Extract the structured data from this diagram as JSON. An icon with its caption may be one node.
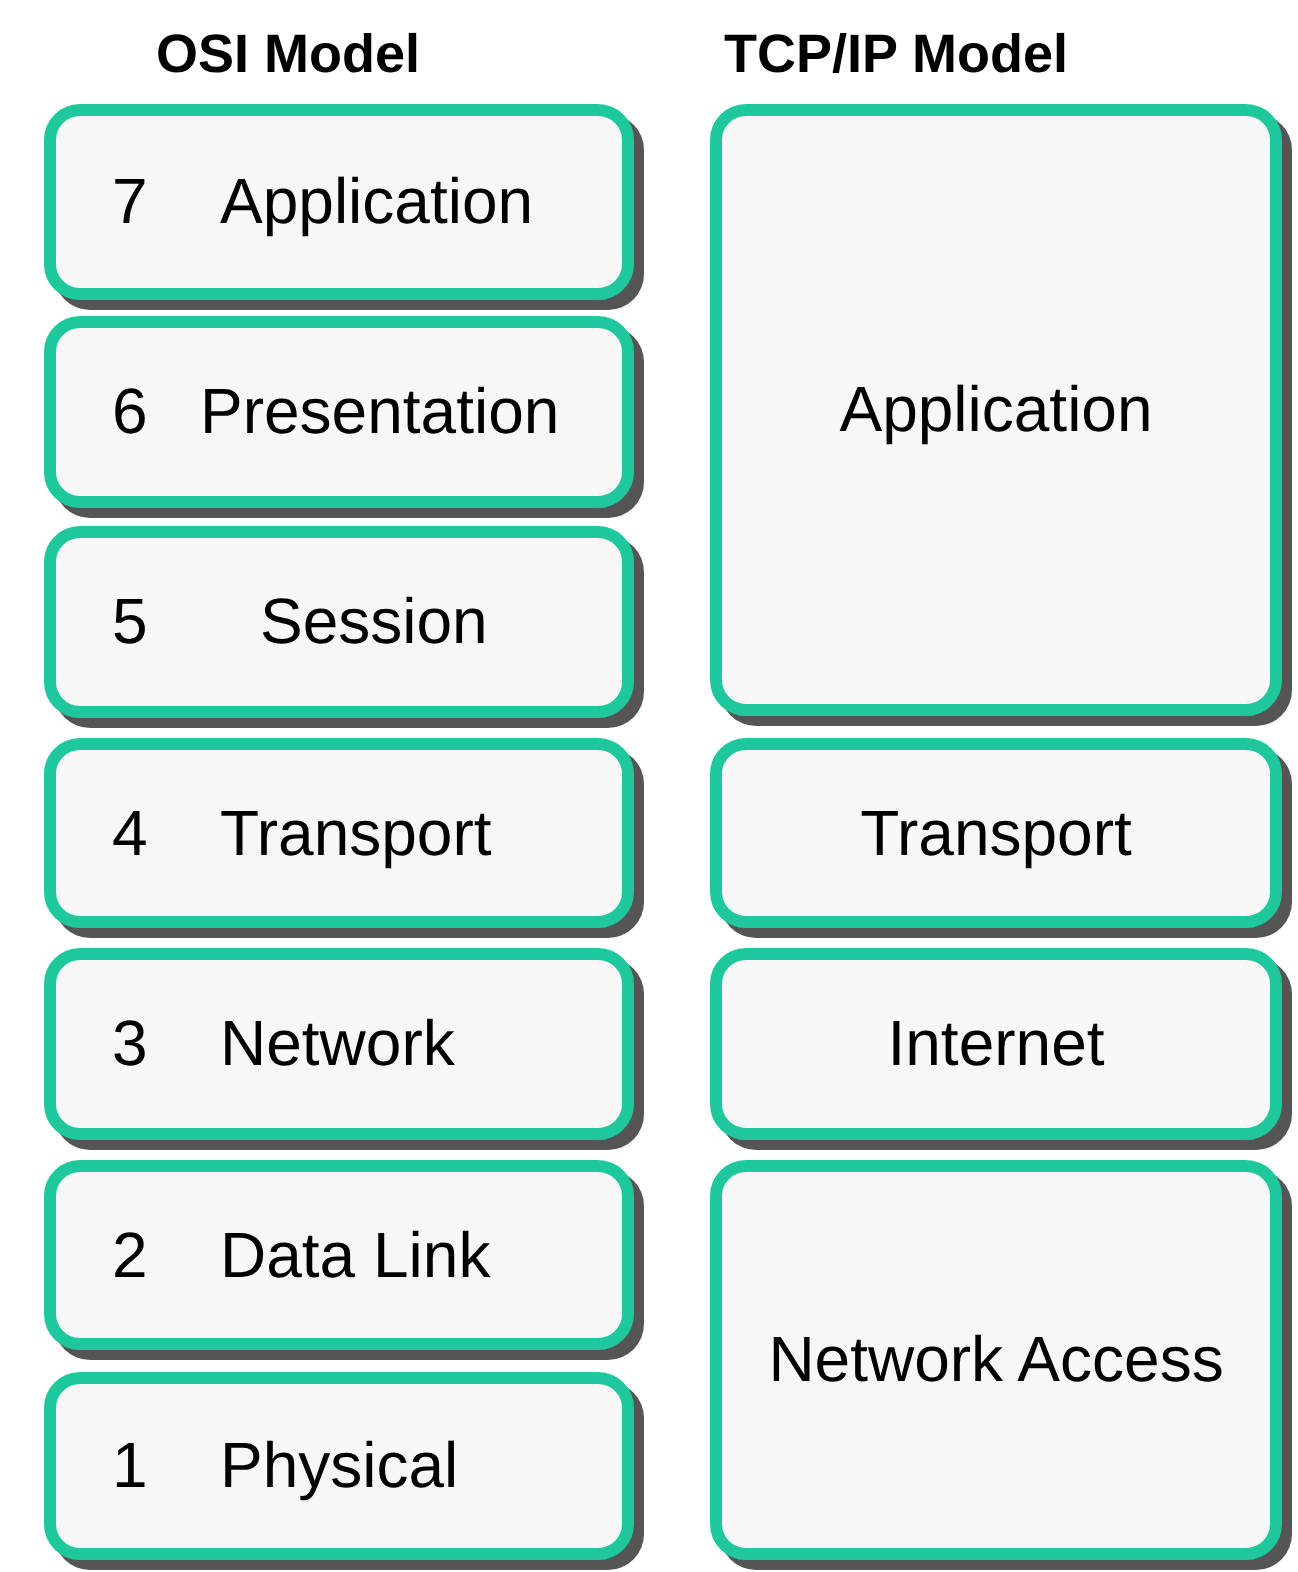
{
  "diagram": {
    "nodes": [
      {
        "text": [
          "7",
          "Application"
        ]
      },
      {
        "text": [
          "6",
          "Presentation"
        ]
      },
      {
        "text": [
          "5",
          "Session"
        ]
      },
      {
        "text": [
          "4",
          "Transport"
        ]
      },
      {
        "text": [
          "3",
          "Network"
        ]
      },
      {
        "text": [
          "2",
          "Data Link"
        ]
      },
      {
        "text": [
          "1",
          "Physical"
        ]
      },
      {
        "text": [
          "Application"
        ]
      },
      {
        "text": [
          "Transport"
        ]
      },
      {
        "text": [
          "Internet"
        ]
      },
      {
        "text": [
          "Network Access"
        ]
      }
    ],
    "edges": [],
    "labels": [
      "OSI Model",
      "TCP/IP Model"
    ]
  }
}
